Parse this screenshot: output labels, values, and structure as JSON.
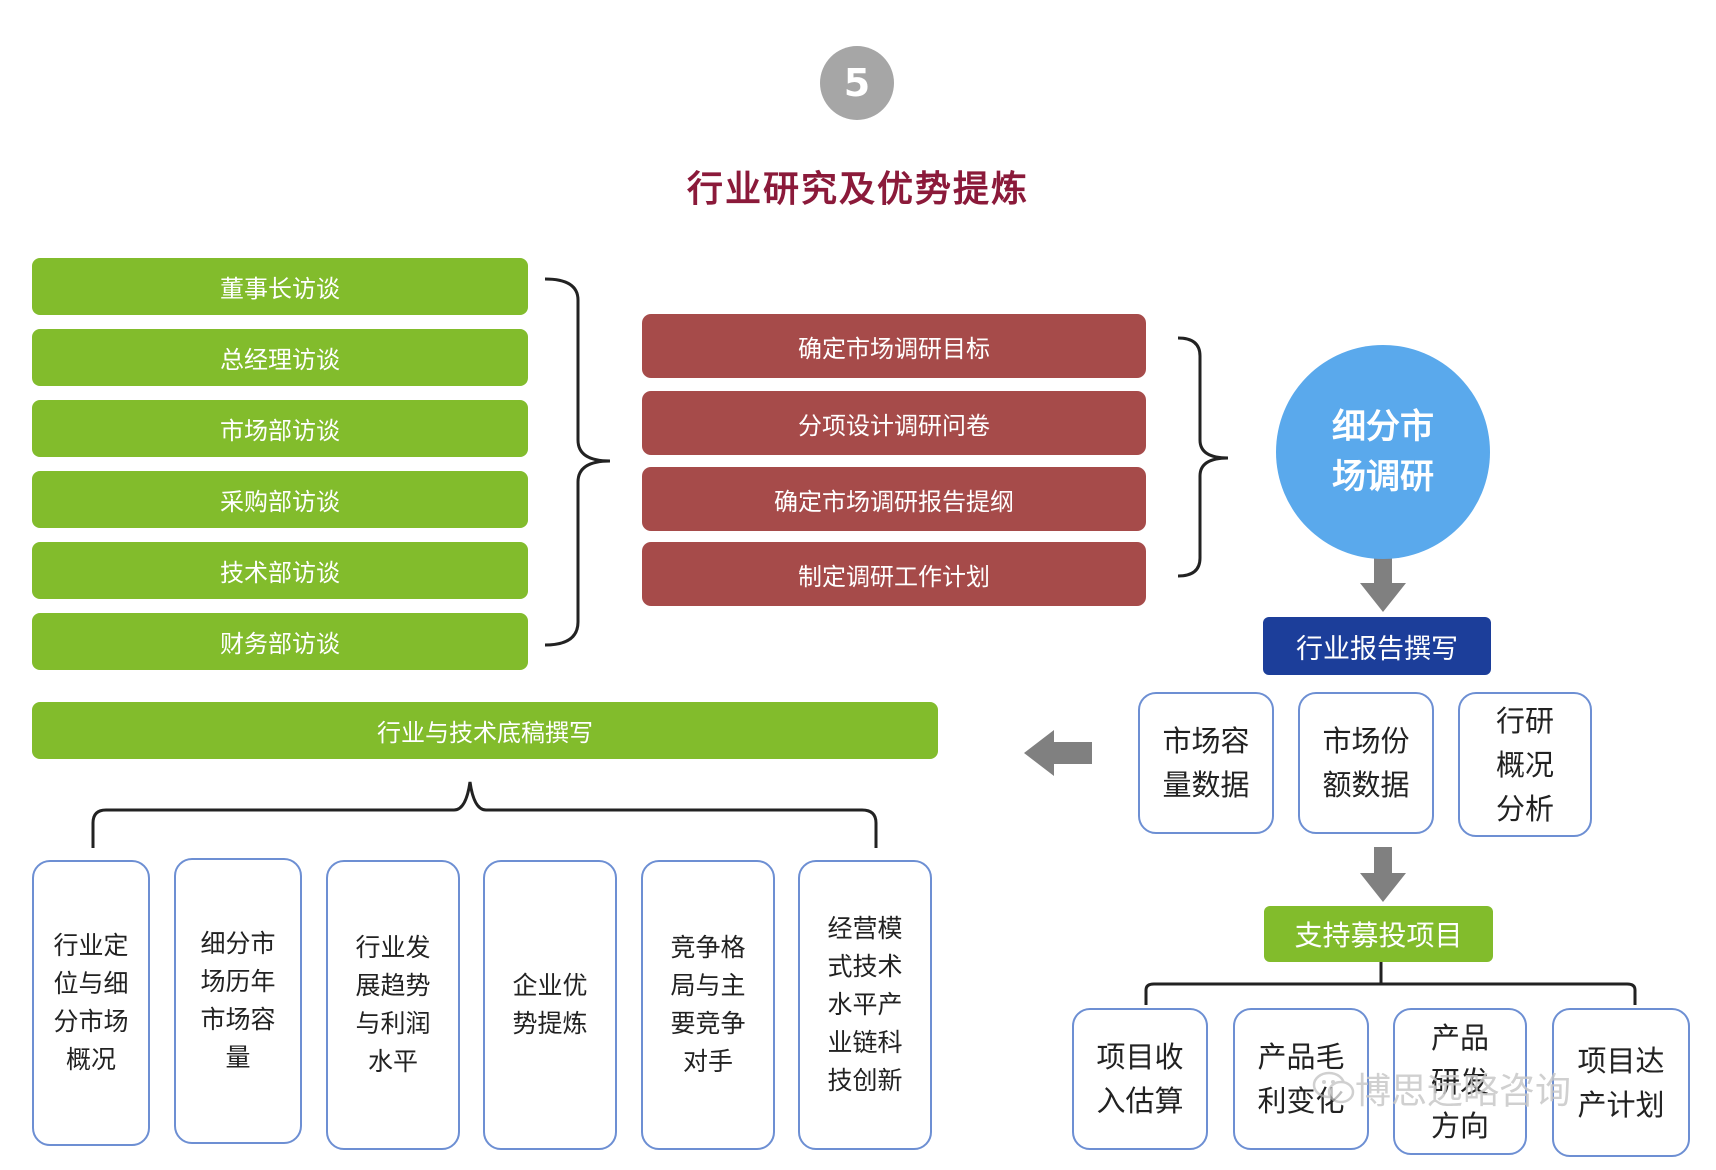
{
  "step_number": "5",
  "title": "行业研究及优势提炼",
  "interviews": [
    "董事长访谈",
    "总经理访谈",
    "市场部访谈",
    "采购部访谈",
    "技术部访谈",
    "财务部访谈"
  ],
  "research_steps": [
    "确定市场调研目标",
    "分项设计调研问卷",
    "确定市场调研报告提纲",
    "制定调研工作计划"
  ],
  "segment_research": "细分市场调研",
  "industry_report": "行业报告撰写",
  "report_data": [
    "市场容量数据",
    "市场份额数据",
    "行研概况分析"
  ],
  "support_projects": "支持募投项目",
  "project_items": [
    "项目收入估算",
    "产品毛利变化",
    "产品研发方向",
    "项目达产计划"
  ],
  "draft_writing": "行业与技术底稿撰写",
  "draft_topics": [
    "行业定位与细分市场概况",
    "细分市场历年市场容量",
    "行业发展趋势与利润水平",
    "企业优势提炼",
    "竞争格局与主要竞争对手",
    "经营模式技术水平产业链科技创新"
  ],
  "watermark": "博思远略咨询",
  "colors": {
    "green": "#82bc2c",
    "red": "#a64b4a",
    "blue_circle": "#5aa9ec",
    "navy": "#1c3e9a",
    "title": "#8b1a3a",
    "badge": "#a6a6a6",
    "arrow": "#808080",
    "box_border": "#6d8fd3"
  }
}
